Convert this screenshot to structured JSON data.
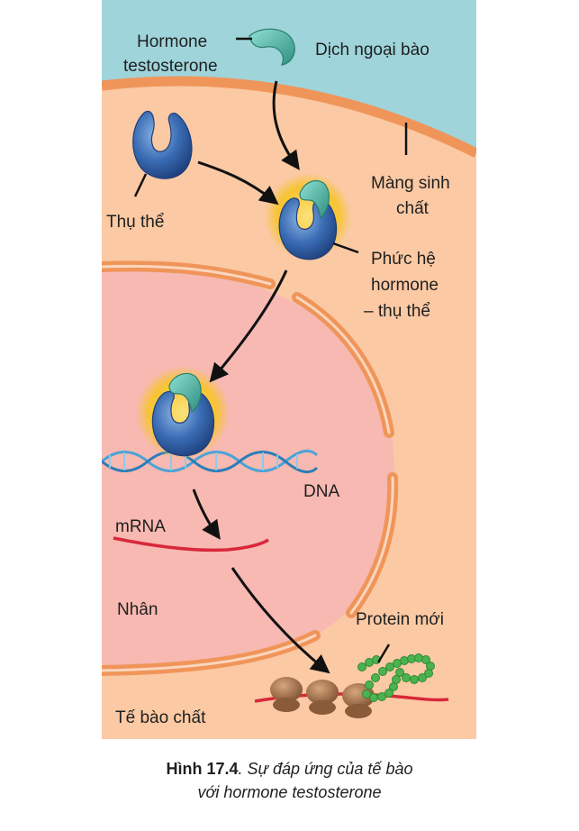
{
  "labels": {
    "hormone_line1": "Hormone",
    "hormone_line2": "testosterone",
    "extracellular": "Dịch ngoại bào",
    "membrane_line1": "Màng sinh",
    "membrane_line2": "chất",
    "receptor": "Thụ thể",
    "complex_line1": "Phức hệ",
    "complex_line2": "hormone",
    "complex_line3": "– thụ thể",
    "dna": "DNA",
    "mrna": "mRNA",
    "nucleus": "Nhân",
    "new_protein": "Protein mới",
    "cytoplasm": "Tế bào chất"
  },
  "caption": {
    "number": "Hình 17.4",
    "text_line1": ". Sự đáp ứng của tế bào",
    "text_line2": "với hormone testosterone"
  },
  "colors": {
    "extracellular_fluid": "#9fd4da",
    "cytoplasm": "#fbc9a3",
    "membrane": "#f0955a",
    "nucleus": "#f7b9b2",
    "receptor": "#2f5fa8",
    "hormone": "#4fb3a4",
    "glow": "#f7c431",
    "mrna": "#d8283a",
    "protein": "#4cb24e",
    "ribosome": "#a8744c"
  }
}
